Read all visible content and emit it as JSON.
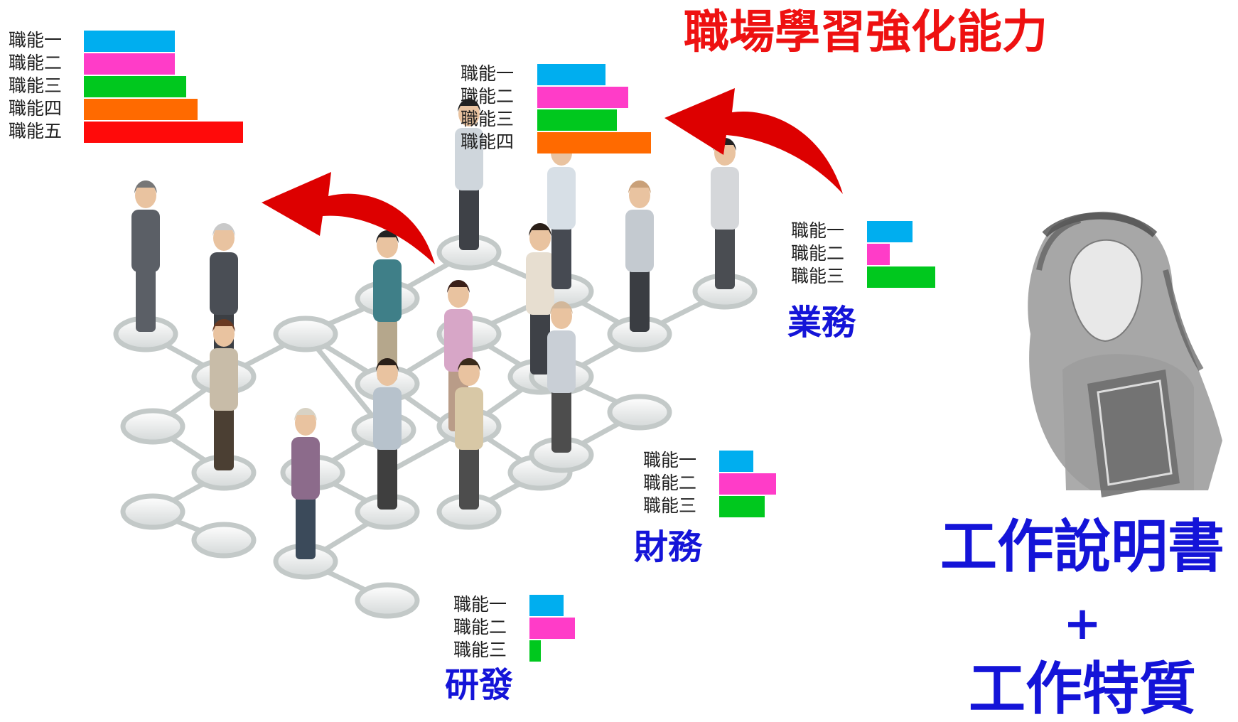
{
  "colors": {
    "title_red": "#ee1111",
    "blue_text": "#1414d8",
    "arrow_red": "#dd0000",
    "bar_cyan": "#00aeef",
    "bar_magenta": "#ff3cc8",
    "bar_green": "#00c81e",
    "bar_orange": "#ff6a00",
    "bar_red": "#ff0a0a"
  },
  "title": "職場學習強化能力",
  "charts": [
    {
      "id": "top-left",
      "label": "",
      "bars": [
        {
          "label": "職能一",
          "value": 4,
          "color": "#00aeef"
        },
        {
          "label": "職能二",
          "value": 4,
          "color": "#ff3cc8"
        },
        {
          "label": "職能三",
          "value": 4.5,
          "color": "#00c81e"
        },
        {
          "label": "職能四",
          "value": 5,
          "color": "#ff6a00"
        },
        {
          "label": "職能五",
          "value": 7,
          "color": "#ff0a0a"
        }
      ]
    },
    {
      "id": "top-middle",
      "label": "",
      "bars": [
        {
          "label": "職能一",
          "value": 3,
          "color": "#00aeef"
        },
        {
          "label": "職能二",
          "value": 4,
          "color": "#ff3cc8"
        },
        {
          "label": "職能三",
          "value": 3.5,
          "color": "#00c81e"
        },
        {
          "label": "職能四",
          "value": 5,
          "color": "#ff6a00"
        }
      ]
    },
    {
      "id": "sales",
      "label": "業務",
      "bars": [
        {
          "label": "職能一",
          "value": 2,
          "color": "#00aeef"
        },
        {
          "label": "職能二",
          "value": 1,
          "color": "#ff3cc8"
        },
        {
          "label": "職能三",
          "value": 3,
          "color": "#00c81e"
        }
      ]
    },
    {
      "id": "finance",
      "label": "財務",
      "bars": [
        {
          "label": "職能一",
          "value": 1.5,
          "color": "#00aeef"
        },
        {
          "label": "職能二",
          "value": 2.5,
          "color": "#ff3cc8"
        },
        {
          "label": "職能三",
          "value": 2,
          "color": "#00c81e"
        }
      ]
    },
    {
      "id": "rnd",
      "label": "研發",
      "bars": [
        {
          "label": "職能一",
          "value": 1.5,
          "color": "#00aeef"
        },
        {
          "label": "職能二",
          "value": 2,
          "color": "#ff3cc8"
        },
        {
          "label": "職能三",
          "value": 0.5,
          "color": "#00c81e"
        }
      ]
    }
  ],
  "right_text": {
    "line1": "工作說明書",
    "plus": "+",
    "line2": "工作特質"
  },
  "illustration": {
    "people_scene": "people-network-icon",
    "woman_sketch": "woman-holding-books-icon"
  }
}
